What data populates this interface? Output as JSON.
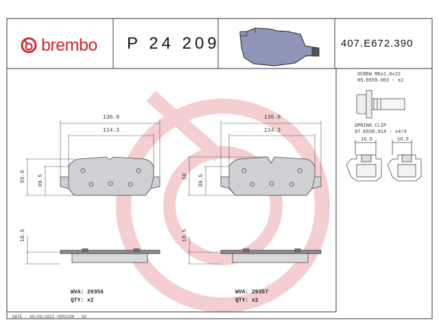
{
  "header": {
    "brand_name": "brembo",
    "part_number": "P 24 209",
    "ref_code": "407.E672.390"
  },
  "dimensions": {
    "left": {
      "overall_width": "136.9",
      "inner_width": "114.3",
      "height": "55.6",
      "inner_height": "39.5",
      "thickness": "18.5"
    },
    "right": {
      "overall_width": "136.9",
      "inner_width": "114.3",
      "height": "58",
      "inner_height": "39.5",
      "thickness": "18.5"
    }
  },
  "accessories": {
    "screw_label": "SCREW M8x1.0x22",
    "screw_code": "05.E659.003 - x2",
    "clip_label": "SPRING CLIP",
    "clip_code": "07.E658.014 - x4/4",
    "clip_dim_a": "16.5",
    "clip_dim_b": "16.5"
  },
  "pads": {
    "left": {
      "wva": "WVA: 29356",
      "qty": "QTY: x2"
    },
    "right": {
      "wva": "WVA: 29357",
      "qty": "QTY: x2"
    }
  },
  "footer": {
    "date_version": "DATE : 09/09/2022 VERSION : 00"
  },
  "colors": {
    "brand_red": "#d0262e",
    "pad_fill": "#cfcfd4",
    "pad_3d_fill": "#8f95b8",
    "watermark": "#f3d9dc"
  }
}
